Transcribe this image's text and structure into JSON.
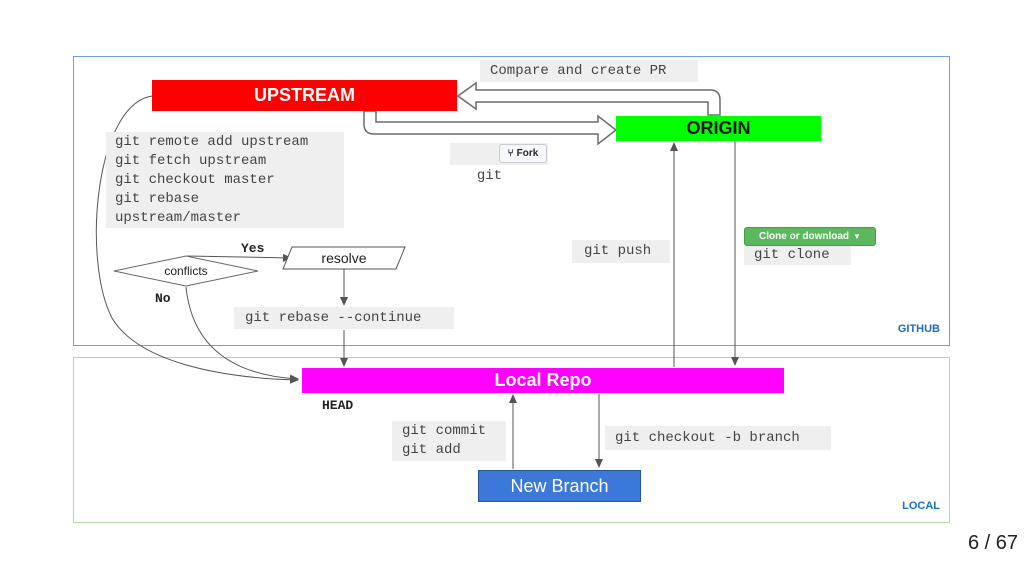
{
  "zones": {
    "github_label": "GITHUB",
    "local_label": "LOCAL"
  },
  "nodes": {
    "upstream": "UPSTREAM",
    "origin": "ORIGIN",
    "local_repo": "Local Repo",
    "new_branch": "New Branch",
    "resolve": "resolve",
    "conflicts": "conflicts"
  },
  "labels": {
    "compare_pr": "Compare and create PR",
    "git_fork_prefix": "git",
    "fork_button": "Fork",
    "upstream_commands": "git remote add upstream\ngit fetch upstream\ngit checkout master\ngit rebase\nupstream/master",
    "yes": "Yes",
    "no": "No",
    "rebase_continue": "git rebase --continue",
    "git_push": "git push",
    "clone_button": "Clone or download",
    "git_clone": "git clone",
    "head": "HEAD",
    "commit_add": "git commit\ngit add",
    "checkout_branch": "git checkout -b branch"
  },
  "page_number": "6 / 67",
  "colors": {
    "upstream": "#ff0000",
    "origin": "#00ff00",
    "local_repo": "#ff00ff",
    "new_branch": "#3c78d8",
    "clone_button": "#5cb85c",
    "github_border": "#6d9eeb",
    "local_border": "#b6d7a8"
  }
}
